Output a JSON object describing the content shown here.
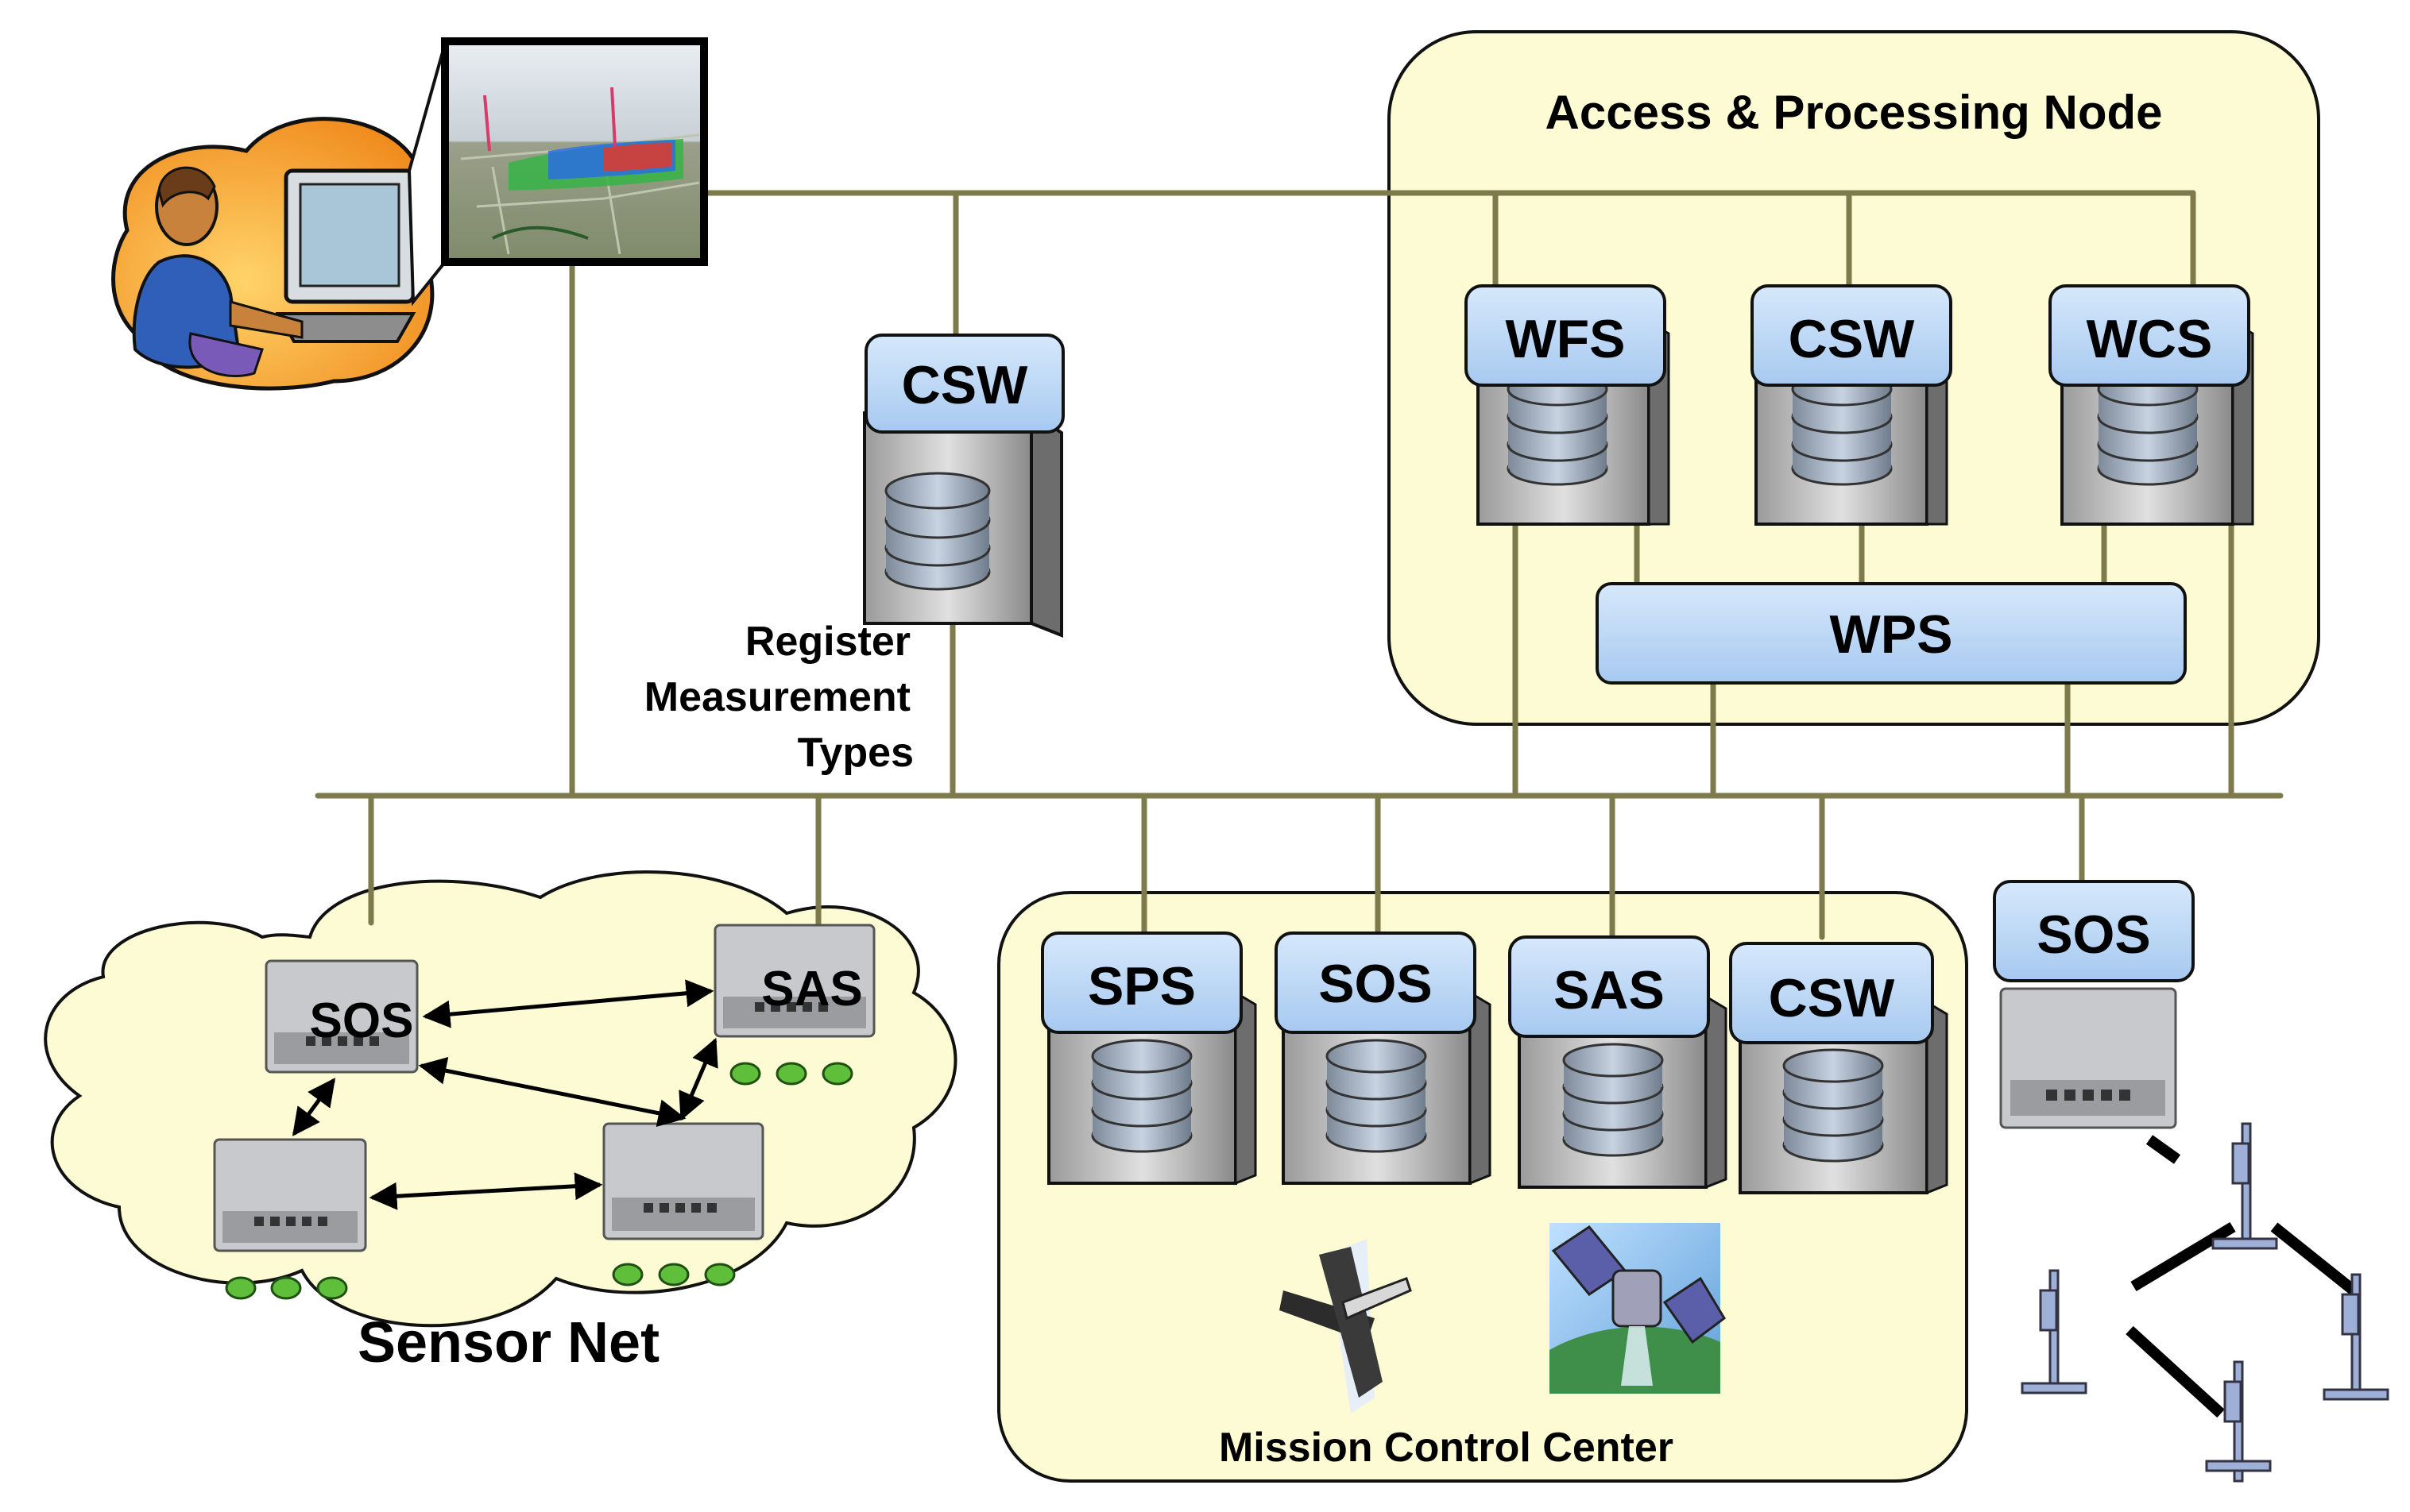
{
  "title": "",
  "access_node": {
    "title": "Access & Processing Node",
    "services": [
      "WFS",
      "CSW",
      "WCS"
    ],
    "wps": "WPS"
  },
  "catalog": {
    "label": "CSW",
    "caption": [
      "Register",
      "Measurement",
      "Types"
    ]
  },
  "sensor_net": {
    "title": "Sensor Net",
    "nodes": [
      "SOS",
      "SAS"
    ]
  },
  "mission_control": {
    "title": "Mission Control Center",
    "services": [
      "SPS",
      "SOS",
      "SAS",
      "CSW"
    ]
  },
  "field_station": {
    "label": "SOS"
  },
  "colors": {
    "bus": "#7d7a4c",
    "panel": "#fdfbd3",
    "service_box": "#b3d3f5",
    "server_gray": "#c8c8c8",
    "sensor_green": "#5fbf3a"
  }
}
